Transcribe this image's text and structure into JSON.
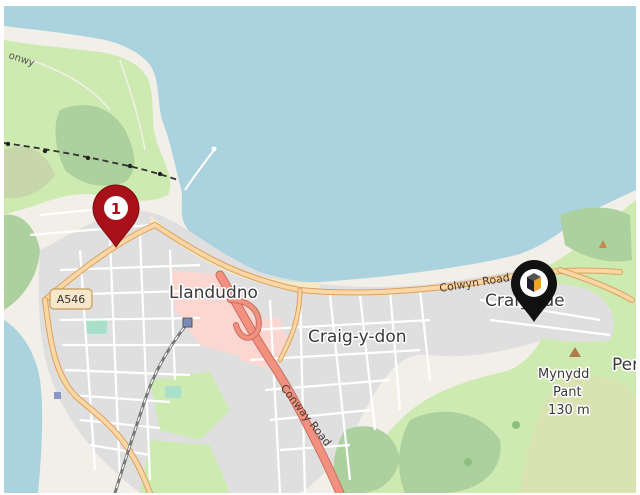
{
  "map": {
    "labels": {
      "town": "Llandudno",
      "craig_y_don": "Craig-y-don",
      "craigside": "Craigside",
      "mynydd_pant_line1": "Mynydd",
      "mynydd_pant_line2": "Pant",
      "mynydd_pant_elevation": "130 m",
      "penrhyn_partial": "Per",
      "conwy_road": "Conway Road",
      "colwyn_road": "Colwyn Road",
      "coast_partial": "onwy"
    },
    "road_shield": "A546",
    "markers": [
      {
        "label": "1",
        "color": "#a8101a",
        "type": "numbered"
      },
      {
        "label": "",
        "color": "#111111",
        "type": "logo",
        "logo_colors": [
          "#222222",
          "#f0a030"
        ]
      }
    ],
    "colors": {
      "sea": "#aad3df",
      "land": "#f2efe9",
      "park": "#cdebb0",
      "wood": "#add19e",
      "residential": "#e0dfdf",
      "retail": "#fcd6d0",
      "primary_road": "#fcd6a4",
      "trunk_road": "#f2917f"
    }
  }
}
